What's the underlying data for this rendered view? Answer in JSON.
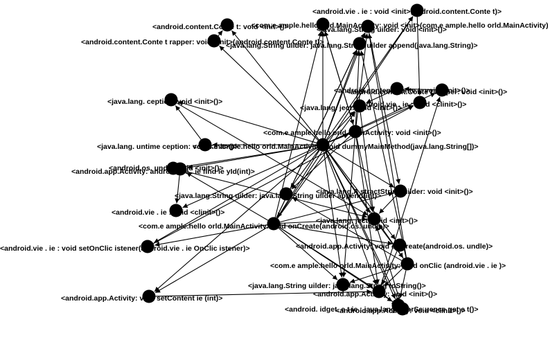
{
  "diagram": {
    "type": "call-graph",
    "colors": {
      "node": "#000000",
      "edge": "#000000",
      "label": "#000000",
      "background": "#ffffff"
    },
    "nodes": [
      {
        "id": "n1",
        "label": "<android.vie  .  ie  : void <init>(android.content.Conte  t)>"
      },
      {
        "id": "n2",
        "label": "<com.e  ample.hello  orld.MainActivity: void <init>(com.e  ample.hello  orld.MainActivity)>"
      },
      {
        "id": "n3",
        "label": "<android.content.Conte  t: void <init>()>"
      },
      {
        "id": "n4",
        "label": "<java.lang.String  uilder: void <init>()>"
      },
      {
        "id": "n5",
        "label": "<android.content.Conte  t  rapper: void <init>(android.content.Conte  t)>"
      },
      {
        "id": "n6",
        "label": "<java.lang.String  uilder: java.lang.String  uilder append(java.lang.String)>"
      },
      {
        "id": "n7",
        "label": "<android.content.Conte  t: void <init>()>"
      },
      {
        "id": "n8",
        "label": "<android.content.Conte  t  rapper: void <init>()>"
      },
      {
        "id": "n9",
        "label": "<java.lang.    ception: void <init>()>"
      },
      {
        "id": "n10",
        "label": "<android.vie  . ie  : void <clinit>()>"
      },
      {
        "id": "n11",
        "label": "<java.lang.    ject: void <init>()>"
      },
      {
        "id": "n12",
        "label": "<com.e  ample.hello  orld.MainActivity: void <init>()>"
      },
      {
        "id": "n13",
        "label": "<java.lang.  untime    ception: void <init>()>"
      },
      {
        "id": "n14",
        "label": "<com.e  ample.hello  orld.MainActivity: void dummyMainMethod(java.lang.String[])>"
      },
      {
        "id": "n15",
        "label": "<android.os.  undle: void <init>()>"
      },
      {
        "id": "n16",
        "label": "<android.app.Activity: android.vie  . ie    find ie    yId(int)>"
      },
      {
        "id": "n17",
        "label": "<java.lang.A  stractString  uilder: void <init>()>"
      },
      {
        "id": "n18",
        "label": "<java.lang.String  uilder: java.lang.String  uilder append(int)>"
      },
      {
        "id": "n19",
        "label": "<android.vie  . ie  : void <clinit>()>"
      },
      {
        "id": "n20",
        "label": "<java.lang.  ject: void <init>()>"
      },
      {
        "id": "n21",
        "label": "<com.e  ample.hello  orld.MainActivity: void onCreate(android.os.  undle)>"
      },
      {
        "id": "n22",
        "label": "<android.vie  .  ie  : void setOnClic  istener(android.vie  . ie  OnClic  istener)>"
      },
      {
        "id": "n23",
        "label": "<android.app.Activity: void onCreate(android.os.  undle)>"
      },
      {
        "id": "n24",
        "label": "<com.e  ample.hello  orld.MainActivity: void onClic  (android.vie  . ie  )>"
      },
      {
        "id": "n25",
        "label": "<java.lang.String  uilder: java.lang.String toString()>"
      },
      {
        "id": "n26",
        "label": "<android.app.Activity: void <init>()>"
      },
      {
        "id": "n27",
        "label": "<android.app.Activity: void setContent  ie  (int)>"
      },
      {
        "id": "n28",
        "label": "<android.  idget.  e  t  ie  : java.lang.CharSe  uence get  e  t()>"
      },
      {
        "id": "n29",
        "label": "<android.app.Activity: void <clinit>()>"
      }
    ],
    "edges": [
      [
        "n14",
        "n12"
      ],
      [
        "n14",
        "n21"
      ],
      [
        "n14",
        "n24"
      ],
      [
        "n14",
        "n3"
      ],
      [
        "n14",
        "n10"
      ],
      [
        "n14",
        "n15"
      ],
      [
        "n14",
        "n20"
      ],
      [
        "n14",
        "n1"
      ],
      [
        "n14",
        "n4"
      ],
      [
        "n14",
        "n26"
      ],
      [
        "n14",
        "n13"
      ],
      [
        "n14",
        "n9"
      ],
      [
        "n14",
        "n2"
      ],
      [
        "n14",
        "n8"
      ],
      [
        "n14",
        "n19"
      ],
      [
        "n14",
        "n23"
      ],
      [
        "n14",
        "n28"
      ],
      [
        "n14",
        "n27"
      ],
      [
        "n14",
        "n16"
      ],
      [
        "n14",
        "n29"
      ],
      [
        "n14",
        "n17"
      ],
      [
        "n14",
        "n6"
      ],
      [
        "n14",
        "n25"
      ],
      [
        "n14",
        "n22"
      ],
      [
        "n14",
        "n5"
      ],
      [
        "n14",
        "n11"
      ],
      [
        "n14",
        "n18"
      ],
      [
        "n12",
        "n26"
      ],
      [
        "n12",
        "n20"
      ],
      [
        "n12",
        "n2"
      ],
      [
        "n12",
        "n4"
      ],
      [
        "n12",
        "n6"
      ],
      [
        "n12",
        "n25"
      ],
      [
        "n12",
        "n18"
      ],
      [
        "n21",
        "n23"
      ],
      [
        "n21",
        "n27"
      ],
      [
        "n21",
        "n16"
      ],
      [
        "n21",
        "n22"
      ],
      [
        "n21",
        "n2"
      ],
      [
        "n21",
        "n6"
      ],
      [
        "n21",
        "n4"
      ],
      [
        "n21",
        "n26"
      ],
      [
        "n21",
        "n28"
      ],
      [
        "n21",
        "n25"
      ],
      [
        "n21",
        "n20"
      ],
      [
        "n21",
        "n17"
      ],
      [
        "n21",
        "n1"
      ],
      [
        "n21",
        "n11"
      ],
      [
        "n24",
        "n28"
      ],
      [
        "n24",
        "n25"
      ],
      [
        "n24",
        "n6"
      ],
      [
        "n24",
        "n18"
      ],
      [
        "n24",
        "n4"
      ],
      [
        "n24",
        "n20"
      ],
      [
        "n24",
        "n26"
      ],
      [
        "n26",
        "n29"
      ],
      [
        "n26",
        "n8"
      ],
      [
        "n8",
        "n7"
      ],
      [
        "n5",
        "n3"
      ],
      [
        "n7",
        "n11"
      ],
      [
        "n4",
        "n17"
      ],
      [
        "n17",
        "n20"
      ],
      [
        "n13",
        "n9"
      ],
      [
        "n9",
        "n20"
      ],
      [
        "n1",
        "n10"
      ],
      [
        "n2",
        "n12"
      ],
      [
        "n23",
        "n26"
      ],
      [
        "n16",
        "n19"
      ],
      [
        "n22",
        "n10"
      ],
      [
        "n15",
        "n20"
      ],
      [
        "n27",
        "n26"
      ],
      [
        "n29",
        "n20"
      ],
      [
        "n11",
        "n20"
      ]
    ]
  }
}
